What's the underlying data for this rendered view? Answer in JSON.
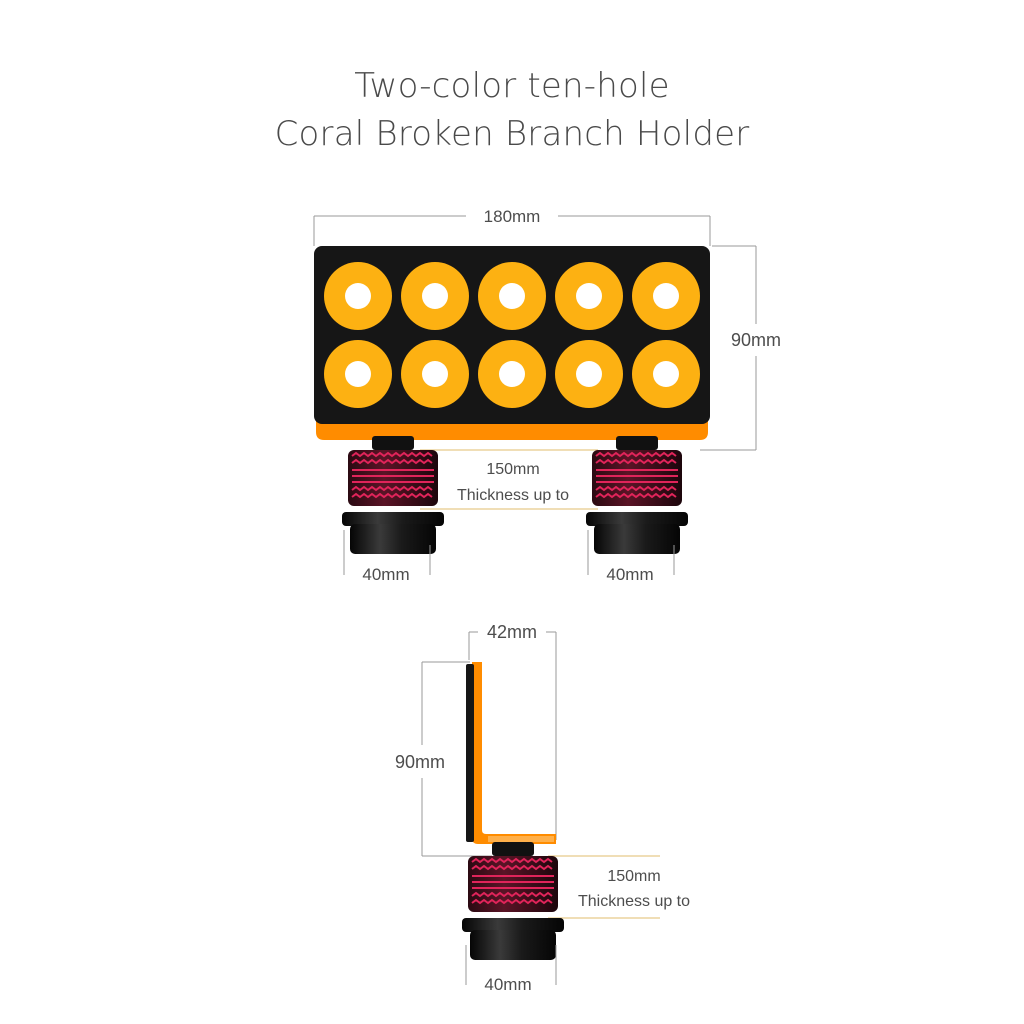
{
  "title": {
    "line1": "Two-color ten-hole",
    "line2": "Coral Broken Branch Holder"
  },
  "front_view": {
    "width_label": "180mm",
    "height_label": "90mm",
    "clamp_label_value": "150mm",
    "clamp_label_text": "Thickness up to",
    "left_foot_label": "40mm",
    "right_foot_label": "40mm",
    "hole_rows": 2,
    "hole_columns": 5
  },
  "side_view": {
    "depth_label": "42mm",
    "height_label": "90mm",
    "clamp_label_value": "150mm",
    "clamp_label_text": "Thickness up to",
    "foot_label": "40mm"
  },
  "colors": {
    "plate": "#161616",
    "ring": "#fdb112",
    "accent_orange": "#ff8c00",
    "spring": "#d01d4e",
    "dimension_line": "#9a9a9a",
    "clamp_line": "#e8c98a"
  }
}
